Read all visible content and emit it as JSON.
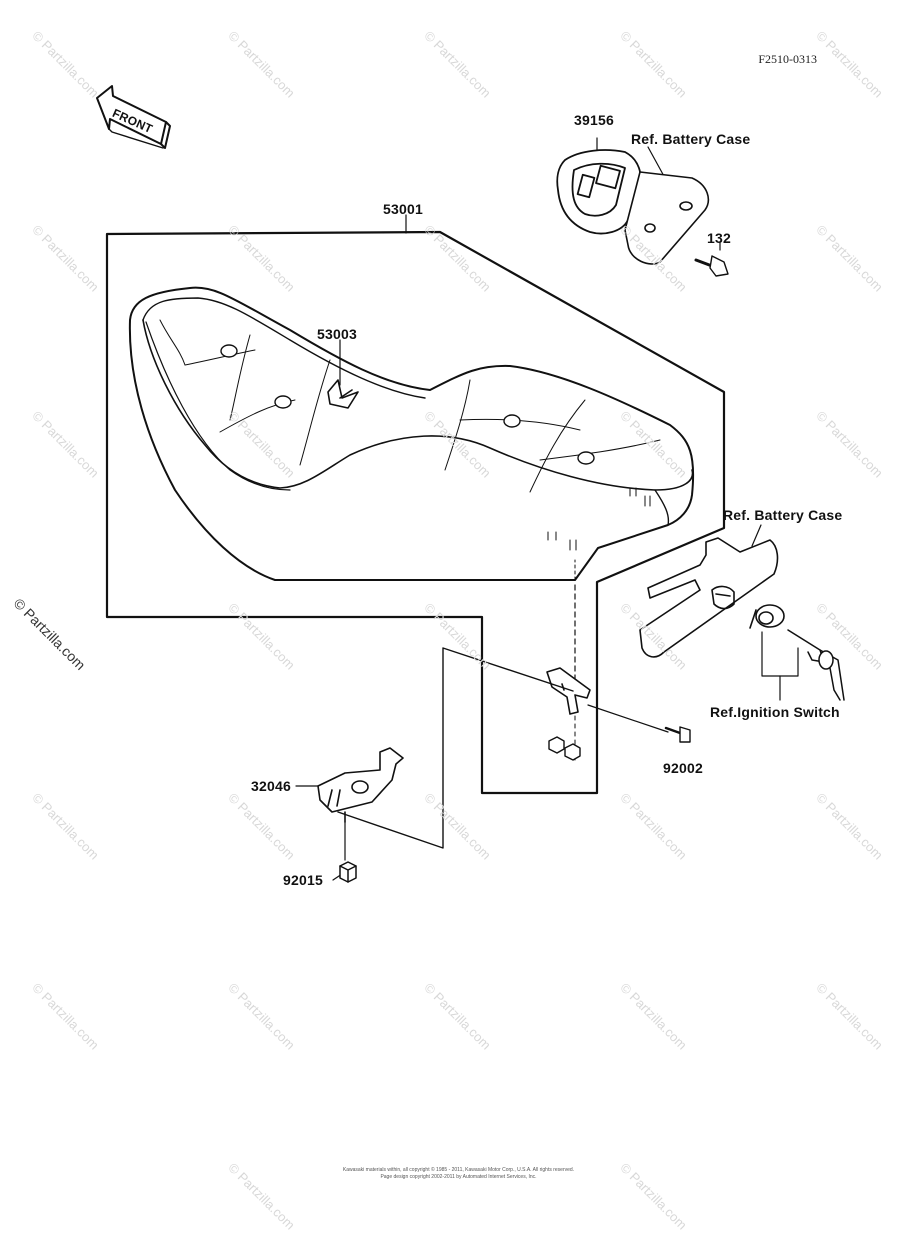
{
  "figure_code": "F2510-0313",
  "watermark_text": "© Partzilla.com",
  "side_watermark_text": "© Partzilla.com",
  "front_arrow_label": "FRONT",
  "parts": [
    {
      "id": "seat_assy",
      "label": "53001"
    },
    {
      "id": "seat_emblem",
      "label": "53003"
    },
    {
      "id": "battery_cap",
      "label": "39156"
    },
    {
      "id": "battery_ref_top",
      "label": "Ref. Battery Case"
    },
    {
      "id": "bolt_132",
      "label": "132"
    },
    {
      "id": "battery_ref_right",
      "label": "Ref. Battery Case"
    },
    {
      "id": "ignition_ref",
      "label": "Ref.Ignition Switch"
    },
    {
      "id": "bolt_92002",
      "label": "92002"
    },
    {
      "id": "bracket_32046",
      "label": "32046"
    },
    {
      "id": "nut_92015",
      "label": "92015"
    }
  ],
  "copyright_lines": [
    "Kawasaki materials within, all copyright © 1985 - 2011, Kawasaki Motor Corp., U.S.A. All rights reserved.",
    "Page design copyright 2002-2011 by Automated Internet Services, Inc."
  ],
  "colors": {
    "line": "#111111",
    "watermark": "#d8d8d8",
    "background": "#ffffff"
  }
}
